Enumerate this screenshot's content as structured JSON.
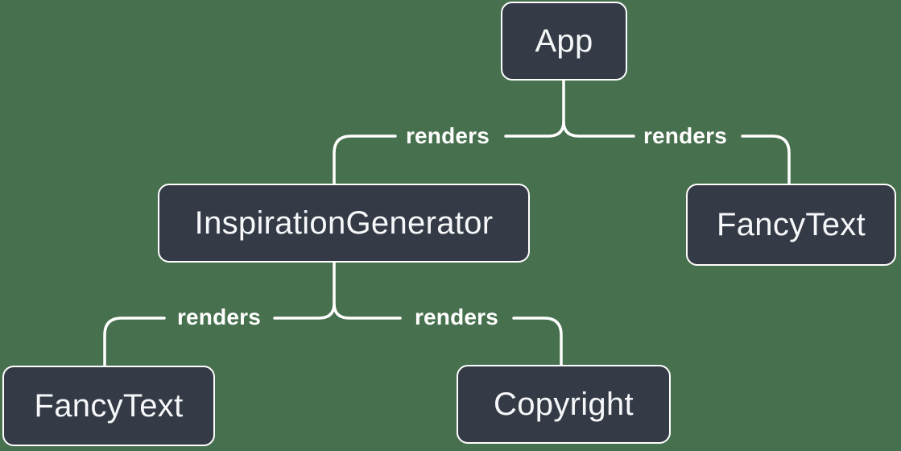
{
  "diagram": {
    "type": "tree",
    "colors": {
      "background": "#47704e",
      "node_fill": "#343a46",
      "node_border": "#ffffff",
      "node_text": "#f6f7f9",
      "edge_line": "#ffffff",
      "edge_label_text": "#ffffff"
    },
    "nodes": [
      {
        "id": "app",
        "label": "App"
      },
      {
        "id": "inspiration-generator",
        "label": "InspirationGenerator"
      },
      {
        "id": "fancy-text-right",
        "label": "FancyText"
      },
      {
        "id": "fancy-text-bottom",
        "label": "FancyText"
      },
      {
        "id": "copyright",
        "label": "Copyright"
      }
    ],
    "edges": [
      {
        "from": "App",
        "to": "InspirationGenerator",
        "label": "renders"
      },
      {
        "from": "App",
        "to": "FancyText",
        "label": "renders"
      },
      {
        "from": "InspirationGenerator",
        "to": "FancyText",
        "label": "renders"
      },
      {
        "from": "InspirationGenerator",
        "to": "Copyright",
        "label": "renders"
      }
    ]
  }
}
